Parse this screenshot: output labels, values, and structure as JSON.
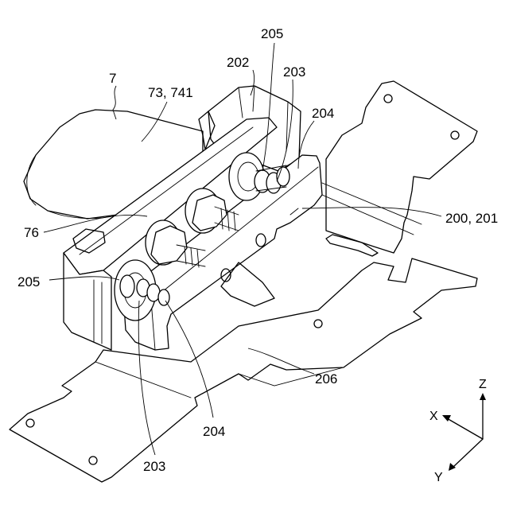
{
  "labels": {
    "l7": "7",
    "l73": "73, 741",
    "l202": "202",
    "l205a": "205",
    "l203a": "203",
    "l204a": "204",
    "l200": "200, 201",
    "l76": "76",
    "l205b": "205",
    "l206": "206",
    "l204b": "204",
    "l203b": "203"
  },
  "axes": {
    "z": "Z",
    "x": "X",
    "y": "Y"
  }
}
